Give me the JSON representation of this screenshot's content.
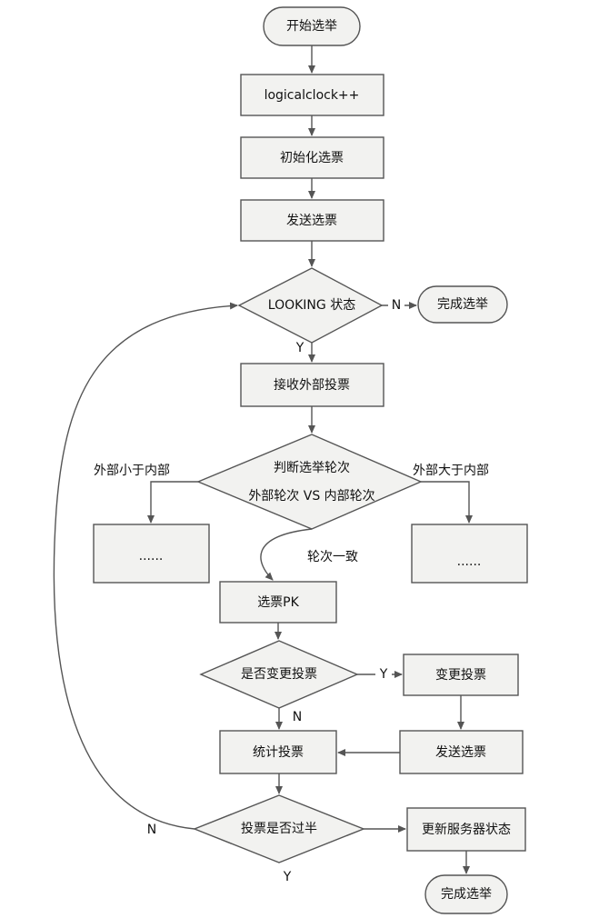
{
  "nodes": {
    "start": "开始选举",
    "logicalclock": "logicalclock++",
    "init_vote": "初始化选票",
    "send_vote_1": "发送选票",
    "looking": "LOOKING 状态",
    "finish_1": "完成选举",
    "receive": "接收外部投票",
    "judge_round_line1": "判断选举轮次",
    "judge_round_line2": "外部轮次 VS 内部轮次",
    "left_box": "......",
    "right_box": "......",
    "pk": "选票PK",
    "change_q": "是否变更投票",
    "change_vote": "变更投票",
    "count": "统计投票",
    "send_vote_2": "发送选票",
    "over_half": "投票是否过半",
    "update_state": "更新服务器状态",
    "finish_2": "完成选举"
  },
  "labels": {
    "looking_n": "N",
    "looking_y": "Y",
    "ext_less": "外部小于内部",
    "ext_greater": "外部大于内部",
    "round_equal": "轮次一致",
    "change_y": "Y",
    "change_n": "N",
    "half_n": "N",
    "half_y": "Y"
  }
}
